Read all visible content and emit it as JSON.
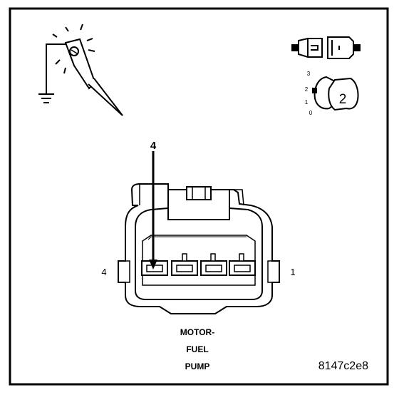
{
  "diagram": {
    "pin_callout": "4",
    "left_pin_label": "4",
    "right_pin_label": "1",
    "scale_labels": [
      "3",
      "2",
      "1",
      "0"
    ],
    "step_number": "2",
    "caption_lines": [
      "MOTOR-",
      "FUEL",
      "PUMP"
    ],
    "figure_id": "8147c2e8"
  },
  "icons": {
    "probe": "test-light-probe-to-ground-icon",
    "ground": "ground-symbol-icon",
    "connector_top": "disconnect-connector-icon",
    "ignition": "ignition-switch-icon"
  }
}
